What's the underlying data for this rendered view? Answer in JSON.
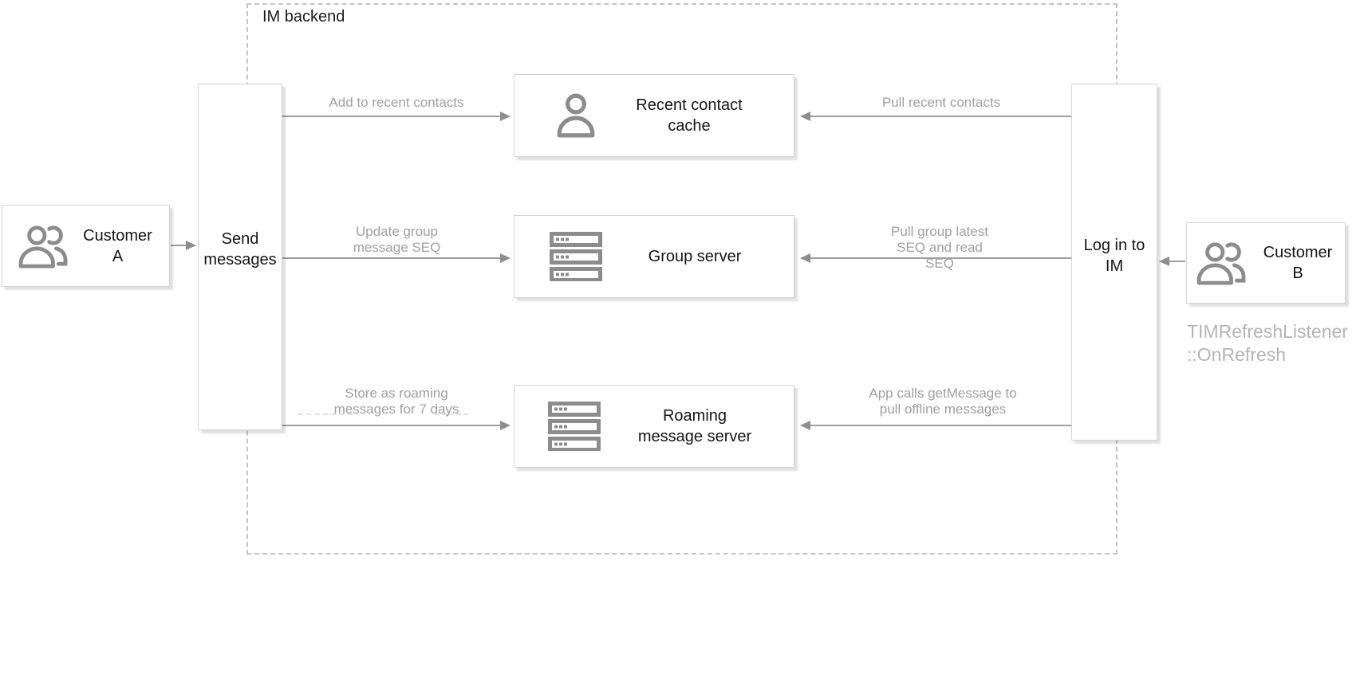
{
  "group": {
    "label": "IM backend"
  },
  "nodes": {
    "customer_a": {
      "label": "Customer A",
      "icon": "users-icon"
    },
    "send_messages": {
      "label": "Send messages"
    },
    "recent_contact_cache": {
      "label": "Recent contact cache",
      "icon": "user-icon"
    },
    "group_server": {
      "label": "Group server",
      "icon": "server-icon"
    },
    "roaming_message_server": {
      "label": "Roaming message server",
      "icon": "server-icon"
    },
    "log_in_to_im": {
      "label": "Log in to IM"
    },
    "customer_b": {
      "label": "Customer B",
      "icon": "users-icon"
    }
  },
  "edges": {
    "customer_a_to_send": {
      "label": "",
      "direction": "right"
    },
    "add_to_recent_contacts": {
      "label": "Add to recent contacts",
      "direction": "right"
    },
    "update_group_message_seq": {
      "label": "Update group message SEQ",
      "direction": "right"
    },
    "store_roaming_messages": {
      "label": "Store as roaming messages for 7 days",
      "direction": "right"
    },
    "pull_recent_contacts": {
      "label": "Pull recent contacts",
      "direction": "left"
    },
    "pull_group_latest_seq": {
      "label": "Pull group latest SEQ and read SEQ",
      "direction": "left"
    },
    "app_calls_getmessage": {
      "label": "App calls getMessage to pull offline messages",
      "direction": "left"
    },
    "customer_b_to_login": {
      "label": "",
      "direction": "left"
    }
  },
  "caption": {
    "text": "TIMRefreshListener\n::OnRefresh"
  },
  "colors": {
    "node_border": "#d4d4d4",
    "node_label": "#141414",
    "edge_line": "#9e9e9e",
    "arrowhead": "#8e8e8e",
    "edge_label": "#a0a0a0",
    "icon": "#8c8c8c",
    "group_border": "#c4c4c4",
    "caption_text": "#b4b4b4",
    "background": "#ffffff"
  }
}
